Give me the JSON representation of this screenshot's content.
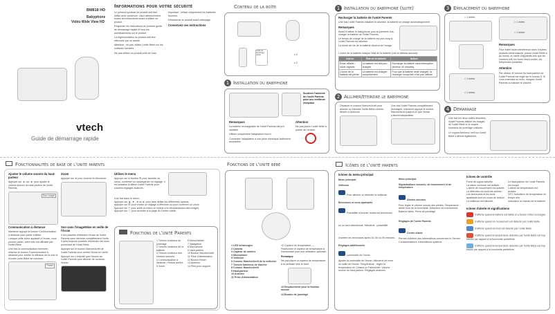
{
  "cover": {
    "model": "BM818 HD",
    "product": "Babyphone",
    "product2": "Vidéo Wide View HD",
    "brand": "vtech",
    "guide": "Guide de démarrage rapide"
  },
  "safety": {
    "title": "Informations pour votre sécurité",
    "subtitle": "Conservez ces instructions",
    "intro": "Le présent symbole de produit doit être utilisé avec prudence. Lisez attentivement toutes les instructions avant d'utiliser ce produit.",
    "items": [
      "Respecter les instructions du présent guide de démarrage rapide et tous les avertissements sur le produit.",
      "La réglementation du produit doit être effectuée par un adulte.",
      "Attention : ne pas utiliser l'unité Bébé sur les surfaces humides.",
      "Ne pas utiliser ce produit près de l'eau.",
      "Important : utiliser uniquement les batteries fournies.",
      "Débrancher le produit avant nettoyage."
    ]
  },
  "contents": {
    "title": "Contenu de la boîte",
    "doc": "Guide de démarrage rapide",
    "qty": [
      "x 2",
      "x 2"
    ]
  },
  "install": {
    "title": "Installation du babyphone",
    "antenna": "Soulever l'antenne de l'unité Parents pour une meilleure réception",
    "remarks_title": "Remarques",
    "remarks": [
      "La batterie rechargeable de l'unité Parents est pré-installée.",
      "Utiliser uniquement l'adaptateur fourni.",
      "Connecter l'adaptateur à une prise électrique facilement accessible."
    ],
    "attention_title": "Attention",
    "attention": "Ne pas placer l'unité Bébé à portée de l'enfant."
  },
  "install2": {
    "title": "Installation du babyphone (suite)",
    "sub": "Recharger la batterie de l'unité Parents",
    "intro": "Une fois l'unité Parents installée et allumée, la batterie se charge automatiquement.",
    "remarks_title": "Remarques",
    "remarks": [
      "Avant d'utiliser le babyphone pour la première fois, charger la batterie de l'unité Parents.",
      "Le temps de charge de la batterie est plus long si l'unité Parents est allumée.",
      "La durée de vie de la batterie dépend de l'usage."
    ],
    "table_intro": "L'icône de la batterie indique l'état de la batterie (voir le tableau suivant) :",
    "headers": [
      "Icônes",
      "État de la batterie",
      "Action"
    ],
    "rows": [
      [
        "Écran affiché / icône clignote.",
        "La batterie est très peu chargée.",
        "Recharger la batterie sans interruption (environ 30 minutes)."
      ],
      [
        "L'icône de la batterie est pleine.",
        "La batterie est chargée complètement.",
        "Pour que la batterie reste chargée, la recharger lorsqu'elle n'est pas utilisée."
      ]
    ]
  },
  "power": {
    "title": "Allumer/éteindre le babyphone",
    "step1": "Déplacer le curseur Marche/Arrêt pour allumer ou éteindre l'unité Bébé comme illustré ci-dessous.",
    "step2": "Une fois l'unité Parents complètement rechargée, maintenir appuyé le bouton Marche/Arrêt jusqu'à ce que l'écran s'allume/disparaisse."
  },
  "placement": {
    "title": "Emplacement du babyphone",
    "dist1": "> 1 mètre",
    "dist2": "> 1 mètre",
    "dist3": "< 1 mètre",
    "dist4": "> 1 mètre",
    "dist5": "> 1 mètre",
    "remarks_title": "Remarques",
    "remarks": "Pour éviter toute interférence avec d'autres produits électroniques, placer l'unité Bébé à au moins un mètre d'appareils tels que les routeurs wifi, les fours micro-ondes, les téléphones portables.",
    "attention_title": "Attention",
    "attention": "Par défaut, le volume du haut-parleur de l'unité Parents est réglé sur le niveau 5. Si vous entendez un écho, éloigner l'unité Parents ou baisser le volume."
  },
  "startup": {
    "title": "Démarrage",
    "text1": "Une fois les deux unités allumées, l'unité Parents affiche les images de l'unité Bébé et le voyant lumineux de jumelage s'allume.",
    "text2": "Le voyant lumineux vert sur l'unité Bébé s'allume également."
  },
  "basics": {
    "title": "Fonctionnalités de base de l'unité parents",
    "volume_title": "Ajuster le volume sonore du haut-parleur",
    "volume_text": "Appuyer sur ◄- ou -► pour ajuster le volume sonore du haut-parleur de l'unité Parents.",
    "mute": "Son coupé",
    "zoom_title": "Zoom",
    "zoom_text": "Appuyer sur ⊕ pour zoomer et dézoomer.",
    "menu_title": "Utiliser le menu",
    "menu_text": "Appuyer sur le bouton ☰ pour accéder au menu, confirmer ou sauvegarder un réglage. Il est possible d'utiliser l'unité Parents pour d'autres réglages avancés.",
    "menu_lines": [
      "Une fois dans le menu :",
      "Appuyer sur ▲, ▼, ◄ ou ► pour faire défiler les différentes options.",
      "Appuyer sur ☰ pour choisir un réglage à effectuer ou pour confirmer un choix.",
      "Appuyer sur ↶ pour sortir du menu et revenir à la retransmission des images.",
      "Appuyer sur ⓘ pour accéder à la page du Centre d'aide."
    ],
    "talk_title": "Communication à distance",
    "talk_items": [
      "Maintenir appuyé le bouton Communication à distance pour parler à Bébé.",
      "Lorsque cette icône apparaît à l'écran, vous pouvez parler, votre voix est diffusée par l'unité Bébé.",
      "Une fois la communication terminée, relâcher le bouton Communication à distance pour arrêter la diffusion de la voix et écouter votre Bébé de nouveau."
    ],
    "talk_label": "Parler",
    "screen_title": "Son sans l'image/Mise en veille de l'écran",
    "screen_text": "Il est possible d'éteindre l'écran de l'unité Parents sans éteindre complètement l'unité. Il sera toujours possible d'entendre les sons provenant de l'unité Bébé.",
    "screen_items": [
      "Appuyer sur le bouton Marche/Arrêt de l'unité Parents pour mettre l'écran en veille.",
      "Appuyer sur n'importe quel bouton de l'unité Parents pour allumer de nouveau l'écran."
    ]
  },
  "parent_functions": {
    "title": "Fonctions de l'unité Parents",
    "items": [
      "1 Témoin lumineux de jumelage",
      "2 Témoin lumineux de la batterie",
      "3 Témoin lumineux des niveaux sonores",
      "4 Communication à distance / Retour arrière",
      "5 Zoom",
      "6 Menu/Valider",
      "7 Navigation",
      "8 Microphone",
      "9 Haut-parleur",
      "10 Bouton Marche/Arrêt",
      "11 Prise d'alimentation",
      "12 Bouton Reset",
      "13 Antenne",
      "14 Pied pour support"
    ]
  },
  "baby_functions": {
    "title": "Fonctions de l'unité bébé",
    "items": [
      "1 LED infrarouges",
      "2 Caméra",
      "3 Capteur de lumière",
      "4 Microphone",
      "5 Veilleuse",
      "6 Curseur Marche/Arrêt de la veilleuse",
      "7 Témoin lumineux de marche",
      "8 Curseur Marche/Arrêt",
      "9 Haut-parleur",
      "10 Antenne",
      "11 Prise d'alimentation"
    ],
    "items2": [
      "12 Capteur de température — Positionner le capteur de température à l'horizontale pour une utilisation optimale.",
      "13 Emplacement pour la fixation murale",
      "14 Bouton de jumelage"
    ],
    "remark_title": "Remarque",
    "remark": "Ne pas placer le capteur de température à la verticale vers le haut."
  },
  "icons": {
    "title": "Icônes de l'unité parents",
    "main_title": "Icônes du menu principal",
    "main_sub": "Menu principal",
    "groups": [
      {
        "name": "Veilleuse",
        "label": "Veilleuse",
        "desc": "Pour allumer ou éteindre la veilleuse."
      },
      {
        "name": "Berceuses et sons apaisants",
        "label": "Berceuses et sons apaisants",
        "desc": "Possibilité d'écouter toutes les berceuses ou un seul sélectionné. Minuterie : possibilité d'arrêter les berceuses après 30, 60 ou 90 minutes."
      },
      {
        "name": "Réglages additionnels",
        "label": "Luminosité de l'écran",
        "desc": "Ajuster la luminosité de l'écran. Minuterie de mise en veille de l'écran. Température : régler la température en Celsius ou Fahrenheit. Volume sonore du haut-parleur. Réglages avancés."
      }
    ],
    "col2_sub": "Menu principal",
    "col2_title": "Signalisations sonores, de mouvement et de température",
    "alerts_label": "Alertes sonores",
    "alerts_desc": "Pour régler le volume sonore des alertes. Température : alerte hors de la fourchette. Détecteur de mouvement. Batterie faible. Perte de jumelage.",
    "settings_title": "Réglages de l'unité Parents",
    "help_label": "Centre d'aide",
    "help_desc": "Permet d'obtenir des informations concernant le Service Consommateurs. Informations système.",
    "control_title": "Icônes de contrôle",
    "control": [
      "Force du signal actuelle.",
      "La vision nocturne est activée.",
      "L'alerte de mouvement est activée.",
      "La détection du bruit est activée.",
      "Les berceuses et les sons apaisants sont en cours de lecture.",
      "La veilleuse est allumée.",
      "Le haut-parleur de l'unité Parents est coupé.",
      "L'alerte de température est activée.",
      "Indicateur de température en temps réel.",
      "Indicateur du niveau de la batterie."
    ],
    "temp_value": "20°C",
    "alert_title": "Icônes d'alerte et significations",
    "alert": [
      "S'affiche quand la batterie est faible et a besoin d'être rechargée.",
      "S'affiche quand un mouvement est détecté par l'unité Bébé.",
      "S'affiche quand du bruit est détecté par l'unité Bébé.",
      "S'affiche quand la température détectée par l'unité Bébé est trop élevée par rapport à la fourchette prédéfinie.",
      "S'affiche quand la température détectée par l'unité Bébé est trop basse par rapport à la fourchette prédéfinie."
    ]
  },
  "colors": {
    "icon_blue": "#1e4b8a",
    "alert_orange": "#f0a020",
    "accent_gray": "#555555"
  }
}
